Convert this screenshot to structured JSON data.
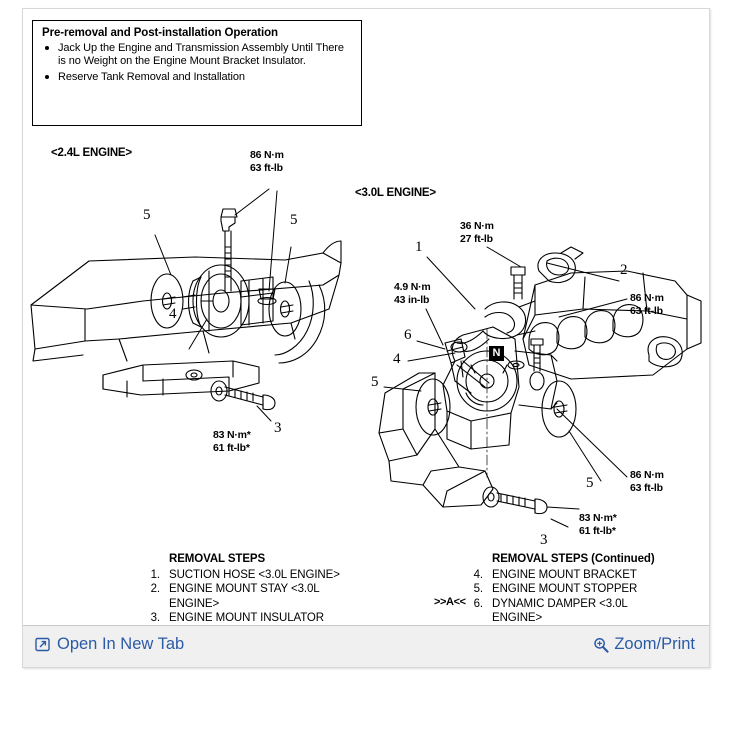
{
  "note": {
    "title": "Pre-removal and Post-installation Operation",
    "items": [
      "Jack Up the Engine and Transmission Assembly Until There is no Weight on the Engine Mount Bracket Insulator.",
      "Reserve Tank Removal and Installation"
    ]
  },
  "diagram": {
    "left_heading": "<2.4L ENGINE>",
    "right_heading": "<3.0L ENGINE>",
    "n_badge": "N",
    "torque_labels": [
      {
        "id": "t24-top",
        "line1": "86 N·m",
        "line2": "63 ft-lb"
      },
      {
        "id": "t24-bolt",
        "line1": "83 N·m*",
        "line2": "61 ft-lb*"
      },
      {
        "id": "t30-top",
        "line1": "36 N·m",
        "line2": "27 ft-lb"
      },
      {
        "id": "t30-small",
        "line1": "4.9 N·m",
        "line2": "43 in-lb"
      },
      {
        "id": "t30-right1",
        "line1": "86 N·m",
        "line2": "63 ft-lb"
      },
      {
        "id": "t30-right2",
        "line1": "86 N·m",
        "line2": "63 ft-lb"
      },
      {
        "id": "t30-bolt",
        "line1": "83 N·m*",
        "line2": "61 ft-lb*"
      }
    ],
    "callouts_left": [
      "5",
      "5",
      "4",
      "3"
    ],
    "callouts_right": [
      "1",
      "2",
      "6",
      "4",
      "5",
      "5",
      "3"
    ]
  },
  "steps": {
    "left_heading": "REMOVAL STEPS",
    "left_items": [
      {
        "num": "1.",
        "text": "SUCTION HOSE <3.0L ENGINE>"
      },
      {
        "num": "2.",
        "text": "ENGINE MOUNT STAY <3.0L ENGINE>"
      },
      {
        "num": "3.",
        "text": "ENGINE MOUNT INSULATOR MOUNTING BOLT"
      }
    ],
    "right_heading": "REMOVAL STEPS (Continued)",
    "right_items": [
      {
        "num": "4.",
        "text": "ENGINE MOUNT BRACKET"
      },
      {
        "num": "5.",
        "text": "ENGINE MOUNT STOPPER"
      },
      {
        "num": "6.",
        "text": "DYNAMIC DAMPER <3.0L ENGINE>"
      }
    ],
    "a_marker": ">>A<<"
  },
  "bottom_bar": {
    "open_new_tab": "Open In New Tab",
    "zoom_print": "Zoom/Print",
    "link_color": "#2b5aa7"
  }
}
